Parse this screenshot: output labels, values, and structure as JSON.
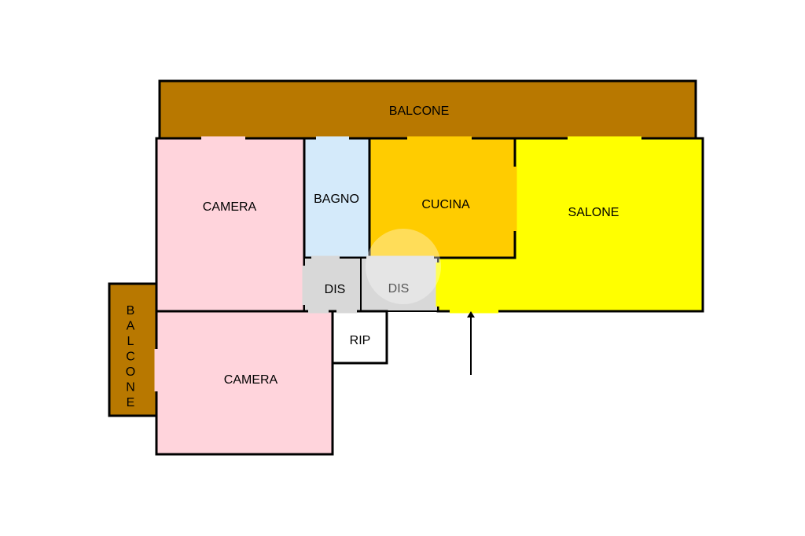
{
  "colors": {
    "balcone": "#B87800",
    "camera": "#FFD4DC",
    "bagno": "#D4EAFA",
    "cucina": "#FFCC00",
    "salone": "#FFFF00",
    "dis": "#D8D8D8",
    "rip": "#FFFFFF",
    "wall": "#000000",
    "watermark": "#FFFFFF"
  },
  "rooms": {
    "balcone_top": "BALCONE",
    "camera_top": "CAMERA",
    "bagno": "BAGNO",
    "cucina": "CUCINA",
    "salone": "SALONE",
    "dis_left": "DIS",
    "dis_right": "DIS",
    "rip": "RIP",
    "camera_bottom": "CAMERA",
    "balcone_side": "BALCONE"
  },
  "icons": {
    "entrance": "entrance-arrow-icon",
    "watermark": "house-watermark-icon"
  }
}
